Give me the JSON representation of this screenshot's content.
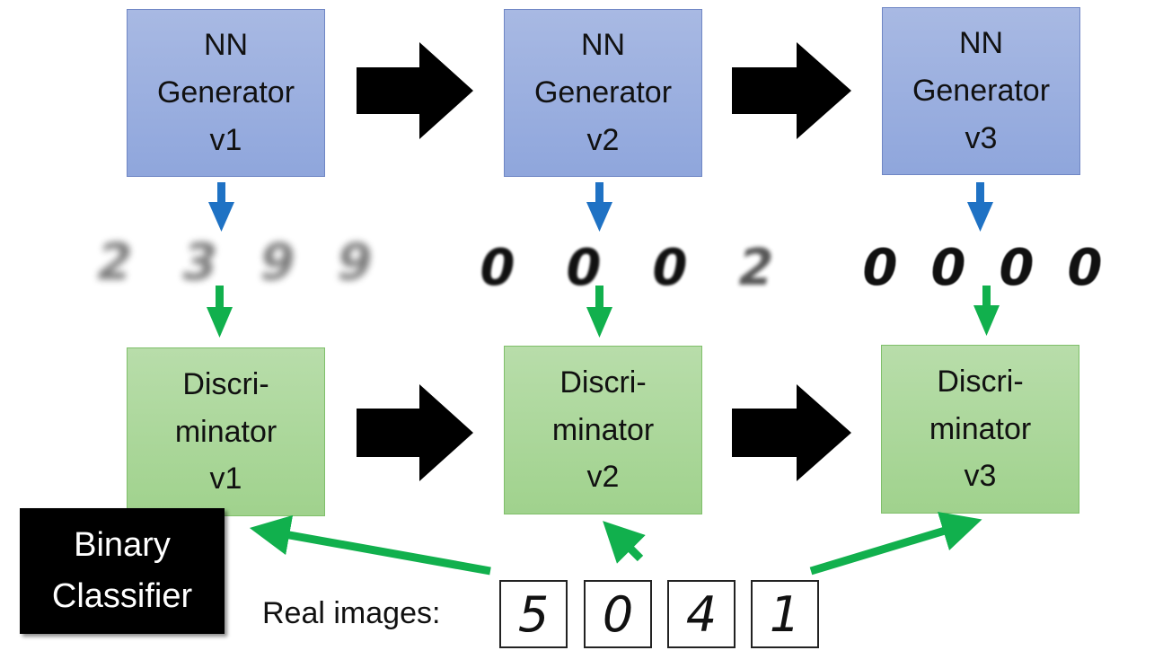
{
  "generators": [
    {
      "lines": [
        "NN",
        "Generator",
        "v1"
      ]
    },
    {
      "lines": [
        "NN",
        "Generator",
        "v2"
      ]
    },
    {
      "lines": [
        "NN",
        "Generator",
        "v3"
      ]
    }
  ],
  "discriminators": [
    {
      "lines": [
        "Discri-",
        "minator",
        "v1"
      ]
    },
    {
      "lines": [
        "Discri-",
        "minator",
        "v2"
      ]
    },
    {
      "lines": [
        "Discri-",
        "minator",
        "v3"
      ]
    }
  ],
  "generated_samples": [
    [
      "2",
      "3",
      "9",
      "9"
    ],
    [
      "0",
      "0",
      "0",
      "2"
    ],
    [
      "0",
      "0",
      "0",
      "0"
    ]
  ],
  "binary_classifier": {
    "line1": "Binary",
    "line2": "Classifier"
  },
  "real_images": {
    "label": "Real images:",
    "digits": [
      "5",
      "0",
      "4",
      "1"
    ]
  },
  "colors": {
    "generator_fill": "#9bb0e0",
    "discriminator_fill": "#acd89a",
    "blue_arrow": "#1f72c4",
    "green_arrow": "#11b04d",
    "big_arrow": "#000000"
  }
}
